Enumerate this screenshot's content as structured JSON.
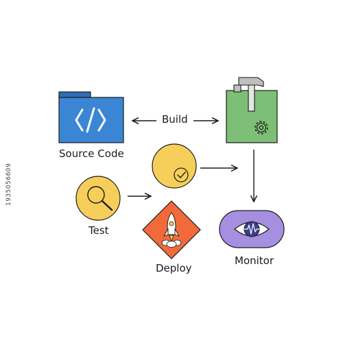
{
  "diagram": {
    "nodes": {
      "source_code": {
        "label": "Source Code",
        "icon": "code-brackets-folder",
        "color": "#3a86d4"
      },
      "build": {
        "label": "Build",
        "icon": "hammer-gear-box",
        "color": "#7dbf76"
      },
      "test": {
        "label": "Test",
        "icon": "magnifier-circle",
        "color": "#f6cf5a"
      },
      "verify": {
        "icon": "checkmark-circle",
        "color": "#f6cf5a"
      },
      "deploy": {
        "label": "Deploy",
        "icon": "rocket-diamond",
        "color": "#f26a3a"
      },
      "monitor": {
        "label": "Monitor",
        "icon": "eye-pill",
        "color": "#a68ee0"
      }
    },
    "watermark_id": "1935056609"
  }
}
